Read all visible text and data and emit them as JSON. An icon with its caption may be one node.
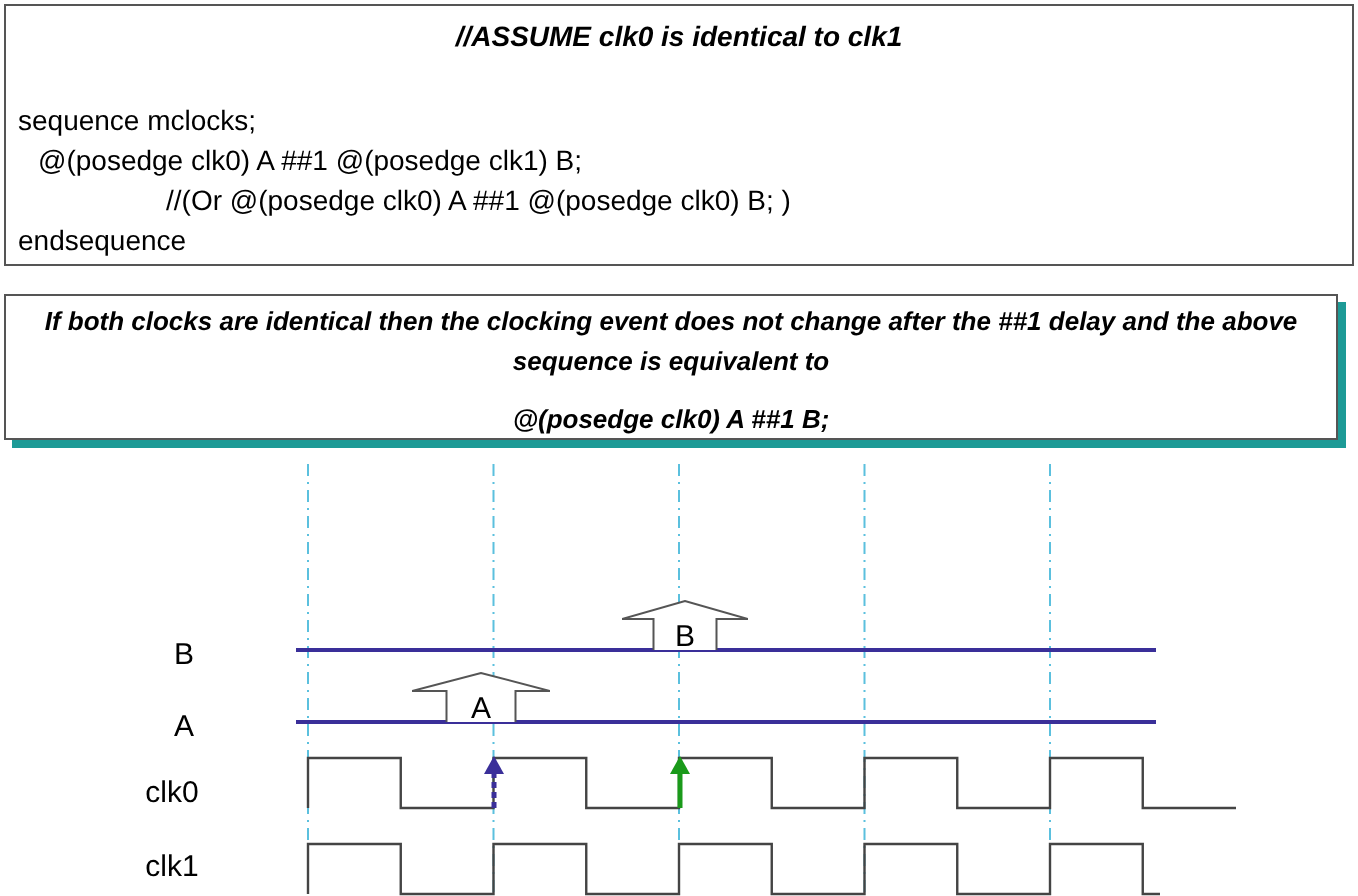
{
  "diagram": {
    "nodes": [
      {
        "text": [
          "//ASSUME clk0 is identical to clk1",
          "sequence mclocks;",
          "@(posedge clk0) A ##1 @(posedge clk1) B;",
          "//(Or @(posedge clk0) A ##1 @(posedge clk0) B; )",
          "endsequence"
        ]
      },
      {
        "text": [
          "If both clocks are identical then the clocking event does not change after the ##1 delay and the above sequence is equivalent to",
          "@(posedge clk0) A ##1 B;"
        ]
      },
      {
        "text": [
          "A"
        ]
      },
      {
        "text": [
          "B"
        ]
      }
    ],
    "labels": [
      "B",
      "A",
      "clk0",
      "clk1"
    ]
  }
}
